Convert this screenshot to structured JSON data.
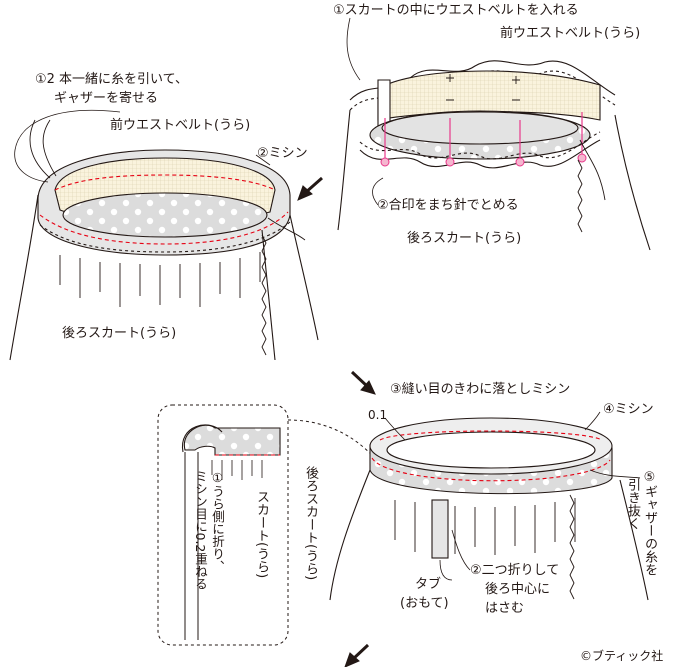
{
  "steps": {
    "top_left_step1_line1": "①2 本一緒に糸を引いて、",
    "top_left_step1_line2": "ギャザーを寄せる",
    "top_left_front_belt": "前ウエストベルト(うら)",
    "top_left_step2": "②ミシン",
    "top_left_back_skirt": "後ろスカート(うら)",
    "top_right_step1": "①スカートの中にウエストベルトを入れる",
    "top_right_front_belt": "前ウエストベルト(うら)",
    "top_right_step2": "②合印をまち針でとめる",
    "top_right_back_skirt": "後ろスカート(うら)",
    "bottom_step3": "③縫い目のきわに落としミシン",
    "bottom_step4": "④ミシン",
    "bottom_measure": "0.1",
    "bottom_step5_line1": "⑤ギャザーの糸を",
    "bottom_step5_line2": "引き抜く",
    "bottom_back_skirt_vertical": "後ろスカート(うら)",
    "bottom_tab_line1": "タブ",
    "bottom_tab_line2": "(おもて)",
    "bottom_step2_line1": "②二つ折りして",
    "bottom_step2_line2": "後ろ中心に",
    "bottom_step2_line3": "はさむ",
    "inset_skirt_vertical": "スカート(うら)",
    "inset_step1_vertical": "①うら側に折り、\nミシン目に0.2重ねる",
    "copyright": "©ブティック社"
  }
}
